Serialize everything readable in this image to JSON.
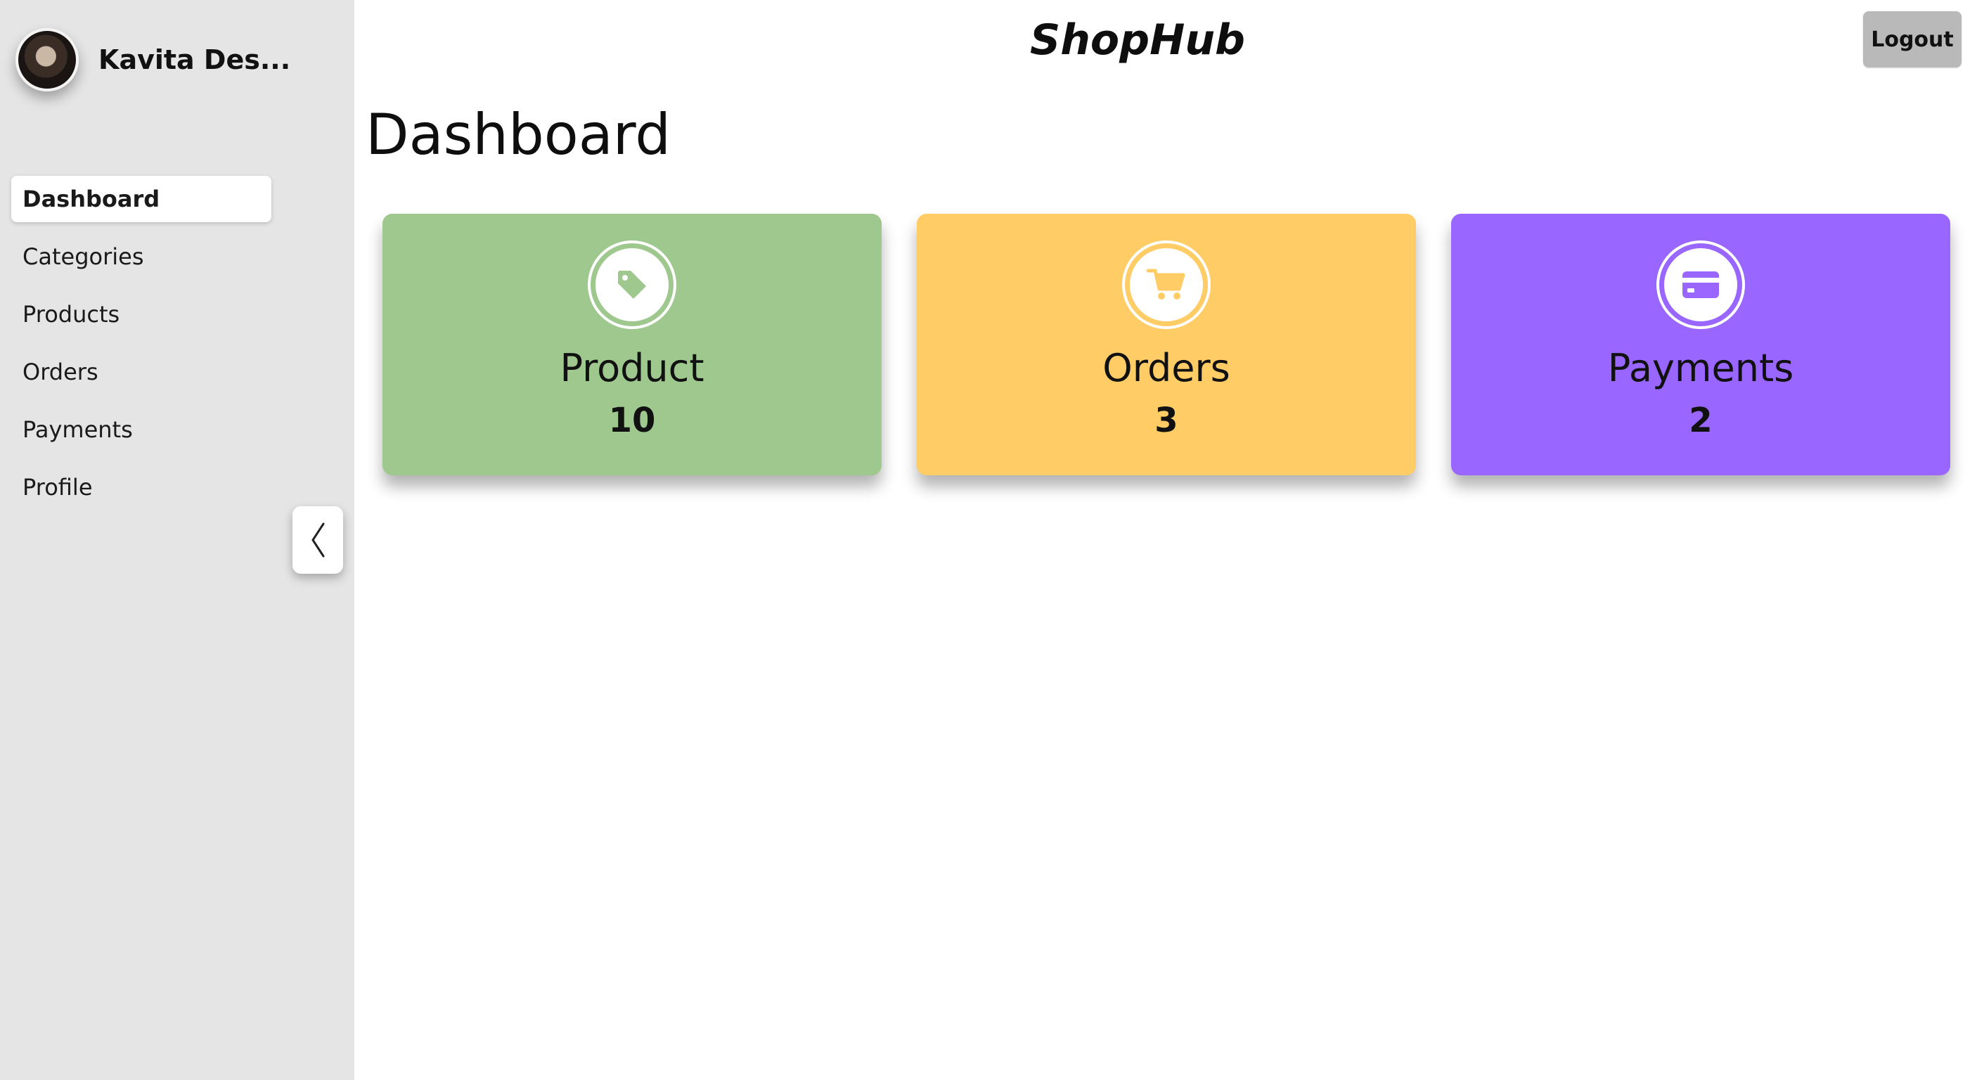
{
  "app": {
    "brand": "ShopHub"
  },
  "user": {
    "name": "Kavita Des..."
  },
  "header": {
    "logout_label": "Logout"
  },
  "sidebar": {
    "items": [
      {
        "label": "Dashboard",
        "active": true
      },
      {
        "label": "Categories",
        "active": false
      },
      {
        "label": "Products",
        "active": false
      },
      {
        "label": "Orders",
        "active": false
      },
      {
        "label": "Payments",
        "active": false
      },
      {
        "label": "Profile",
        "active": false
      }
    ],
    "collapse_icon": "chevron-left-icon"
  },
  "page": {
    "title": "Dashboard"
  },
  "cards": [
    {
      "title": "Product",
      "count": "10",
      "icon": "tag-icon",
      "color": "#9ec88e"
    },
    {
      "title": "Orders",
      "count": "3",
      "icon": "cart-icon",
      "color": "#ffcc66"
    },
    {
      "title": "Payments",
      "count": "2",
      "icon": "credit-card-icon",
      "color": "#9966ff"
    }
  ],
  "colors": {
    "sidebar_bg": "#e5e5e5",
    "logout_bg": "#b9b9b9"
  }
}
